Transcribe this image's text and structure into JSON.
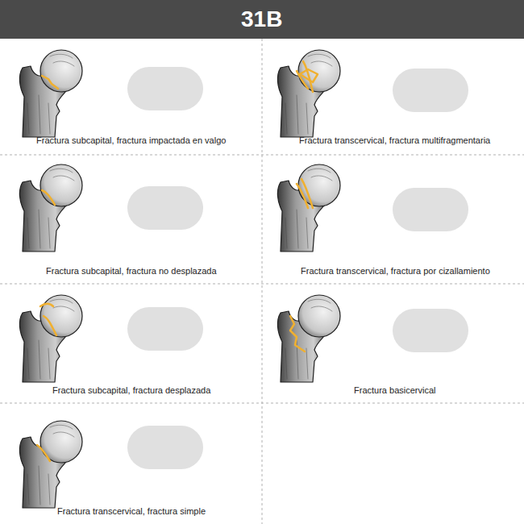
{
  "diagram": {
    "title": "31B",
    "labels": [
      "Fractura subcapital, fractura impactada en valgo",
      "Fractura transcervical, fractura multifragmentaria",
      "Fractura subcapital, fractura no desplazada",
      "Fractura transcervical, fractura por cizallamiento",
      "Fractura subcapital, fractura desplazada",
      "Fractura basicervical",
      "Fractura transcervical, fractura simple"
    ]
  }
}
